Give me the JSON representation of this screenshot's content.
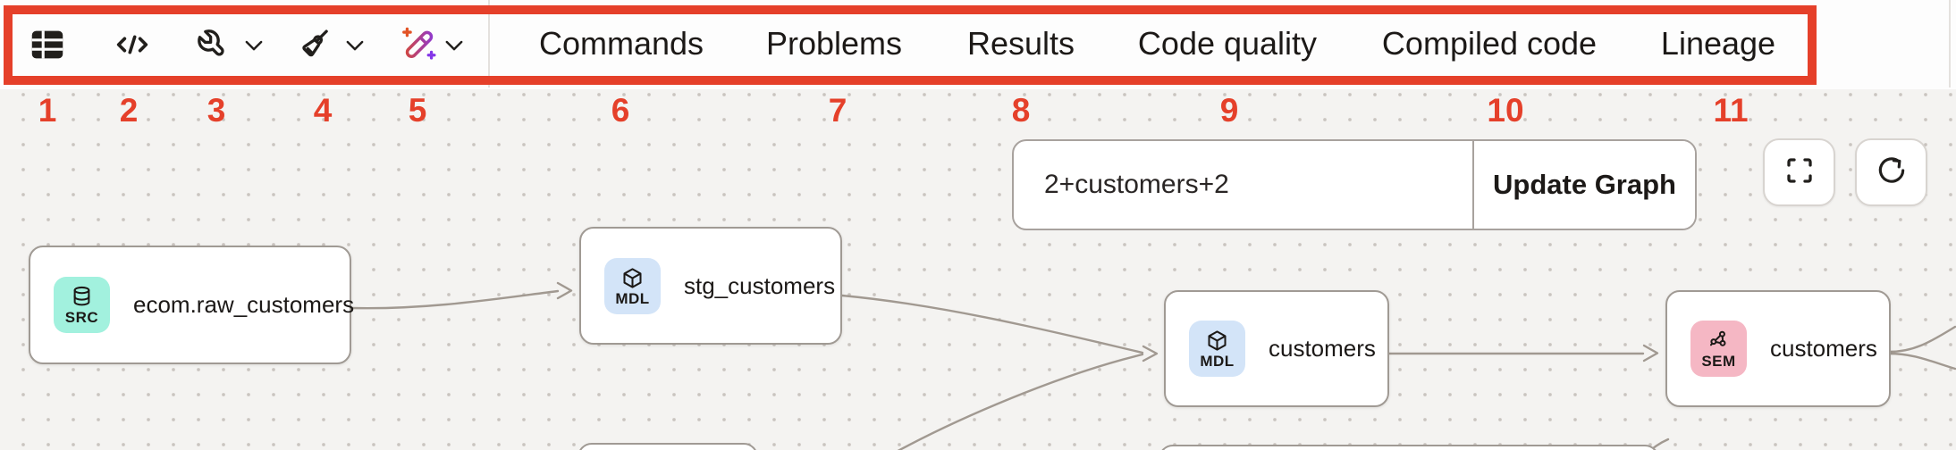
{
  "toolbar": {
    "icon_buttons": [
      {
        "name": "table",
        "annotation": "1"
      },
      {
        "name": "code",
        "annotation": "2"
      },
      {
        "name": "wrench",
        "annotation": "3",
        "has_dropdown": true
      },
      {
        "name": "broom",
        "annotation": "4",
        "has_dropdown": true
      },
      {
        "name": "magic-wand",
        "annotation": "5",
        "has_dropdown": true
      }
    ],
    "tabs": [
      {
        "label": "Commands",
        "annotation": "6"
      },
      {
        "label": "Problems",
        "annotation": "7"
      },
      {
        "label": "Results",
        "annotation": "8"
      },
      {
        "label": "Code quality",
        "annotation": "9"
      },
      {
        "label": "Compiled code",
        "annotation": "10"
      },
      {
        "label": "Lineage",
        "annotation": "11"
      }
    ]
  },
  "annotations": {
    "highlight_color": "#e5402a",
    "numbers": [
      "1",
      "2",
      "3",
      "4",
      "5",
      "6",
      "7",
      "8",
      "9",
      "10",
      "11"
    ]
  },
  "lineage": {
    "filter_input": {
      "value": "2+customers+2"
    },
    "update_button_label": "Update Graph",
    "controls": [
      {
        "name": "fit-view"
      },
      {
        "name": "refresh"
      }
    ],
    "badge_colors": {
      "SRC": "#a2f1de",
      "MDL": "#d3e4f8",
      "SEM": "#f5b7c4"
    },
    "nodes": [
      {
        "badge": "SRC",
        "title": "ecom.raw_customers"
      },
      {
        "badge": "MDL",
        "title": "stg_customers"
      },
      {
        "badge": "MDL",
        "title": "customers"
      },
      {
        "badge": "SEM",
        "title": "customers"
      }
    ]
  }
}
